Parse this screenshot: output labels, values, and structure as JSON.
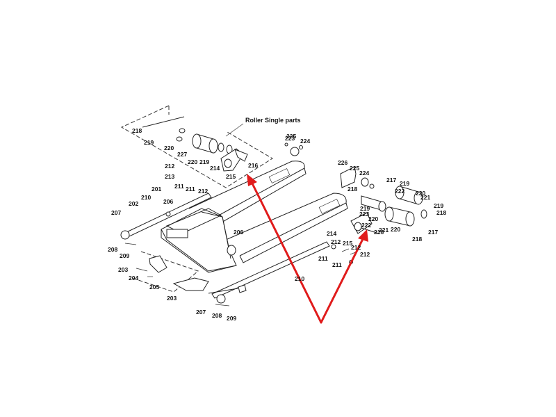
{
  "diagram": {
    "title": "Roller Single parts",
    "accent_color": "#e01b1b",
    "callouts": [
      "201",
      "202",
      "203",
      "203",
      "204",
      "205",
      "206",
      "206",
      "207",
      "207",
      "208",
      "208",
      "209",
      "209",
      "210",
      "210",
      "211",
      "211",
      "211",
      "211",
      "212",
      "212",
      "212",
      "212",
      "212",
      "213",
      "214",
      "214",
      "215",
      "215",
      "216",
      "216",
      "217",
      "217",
      "218",
      "218",
      "218",
      "218",
      "219",
      "219",
      "219",
      "219",
      "219",
      "220",
      "220",
      "220",
      "220",
      "220",
      "221",
      "221",
      "222",
      "222",
      "223",
      "223",
      "224",
      "224",
      "225",
      "225",
      "226",
      "227"
    ]
  }
}
